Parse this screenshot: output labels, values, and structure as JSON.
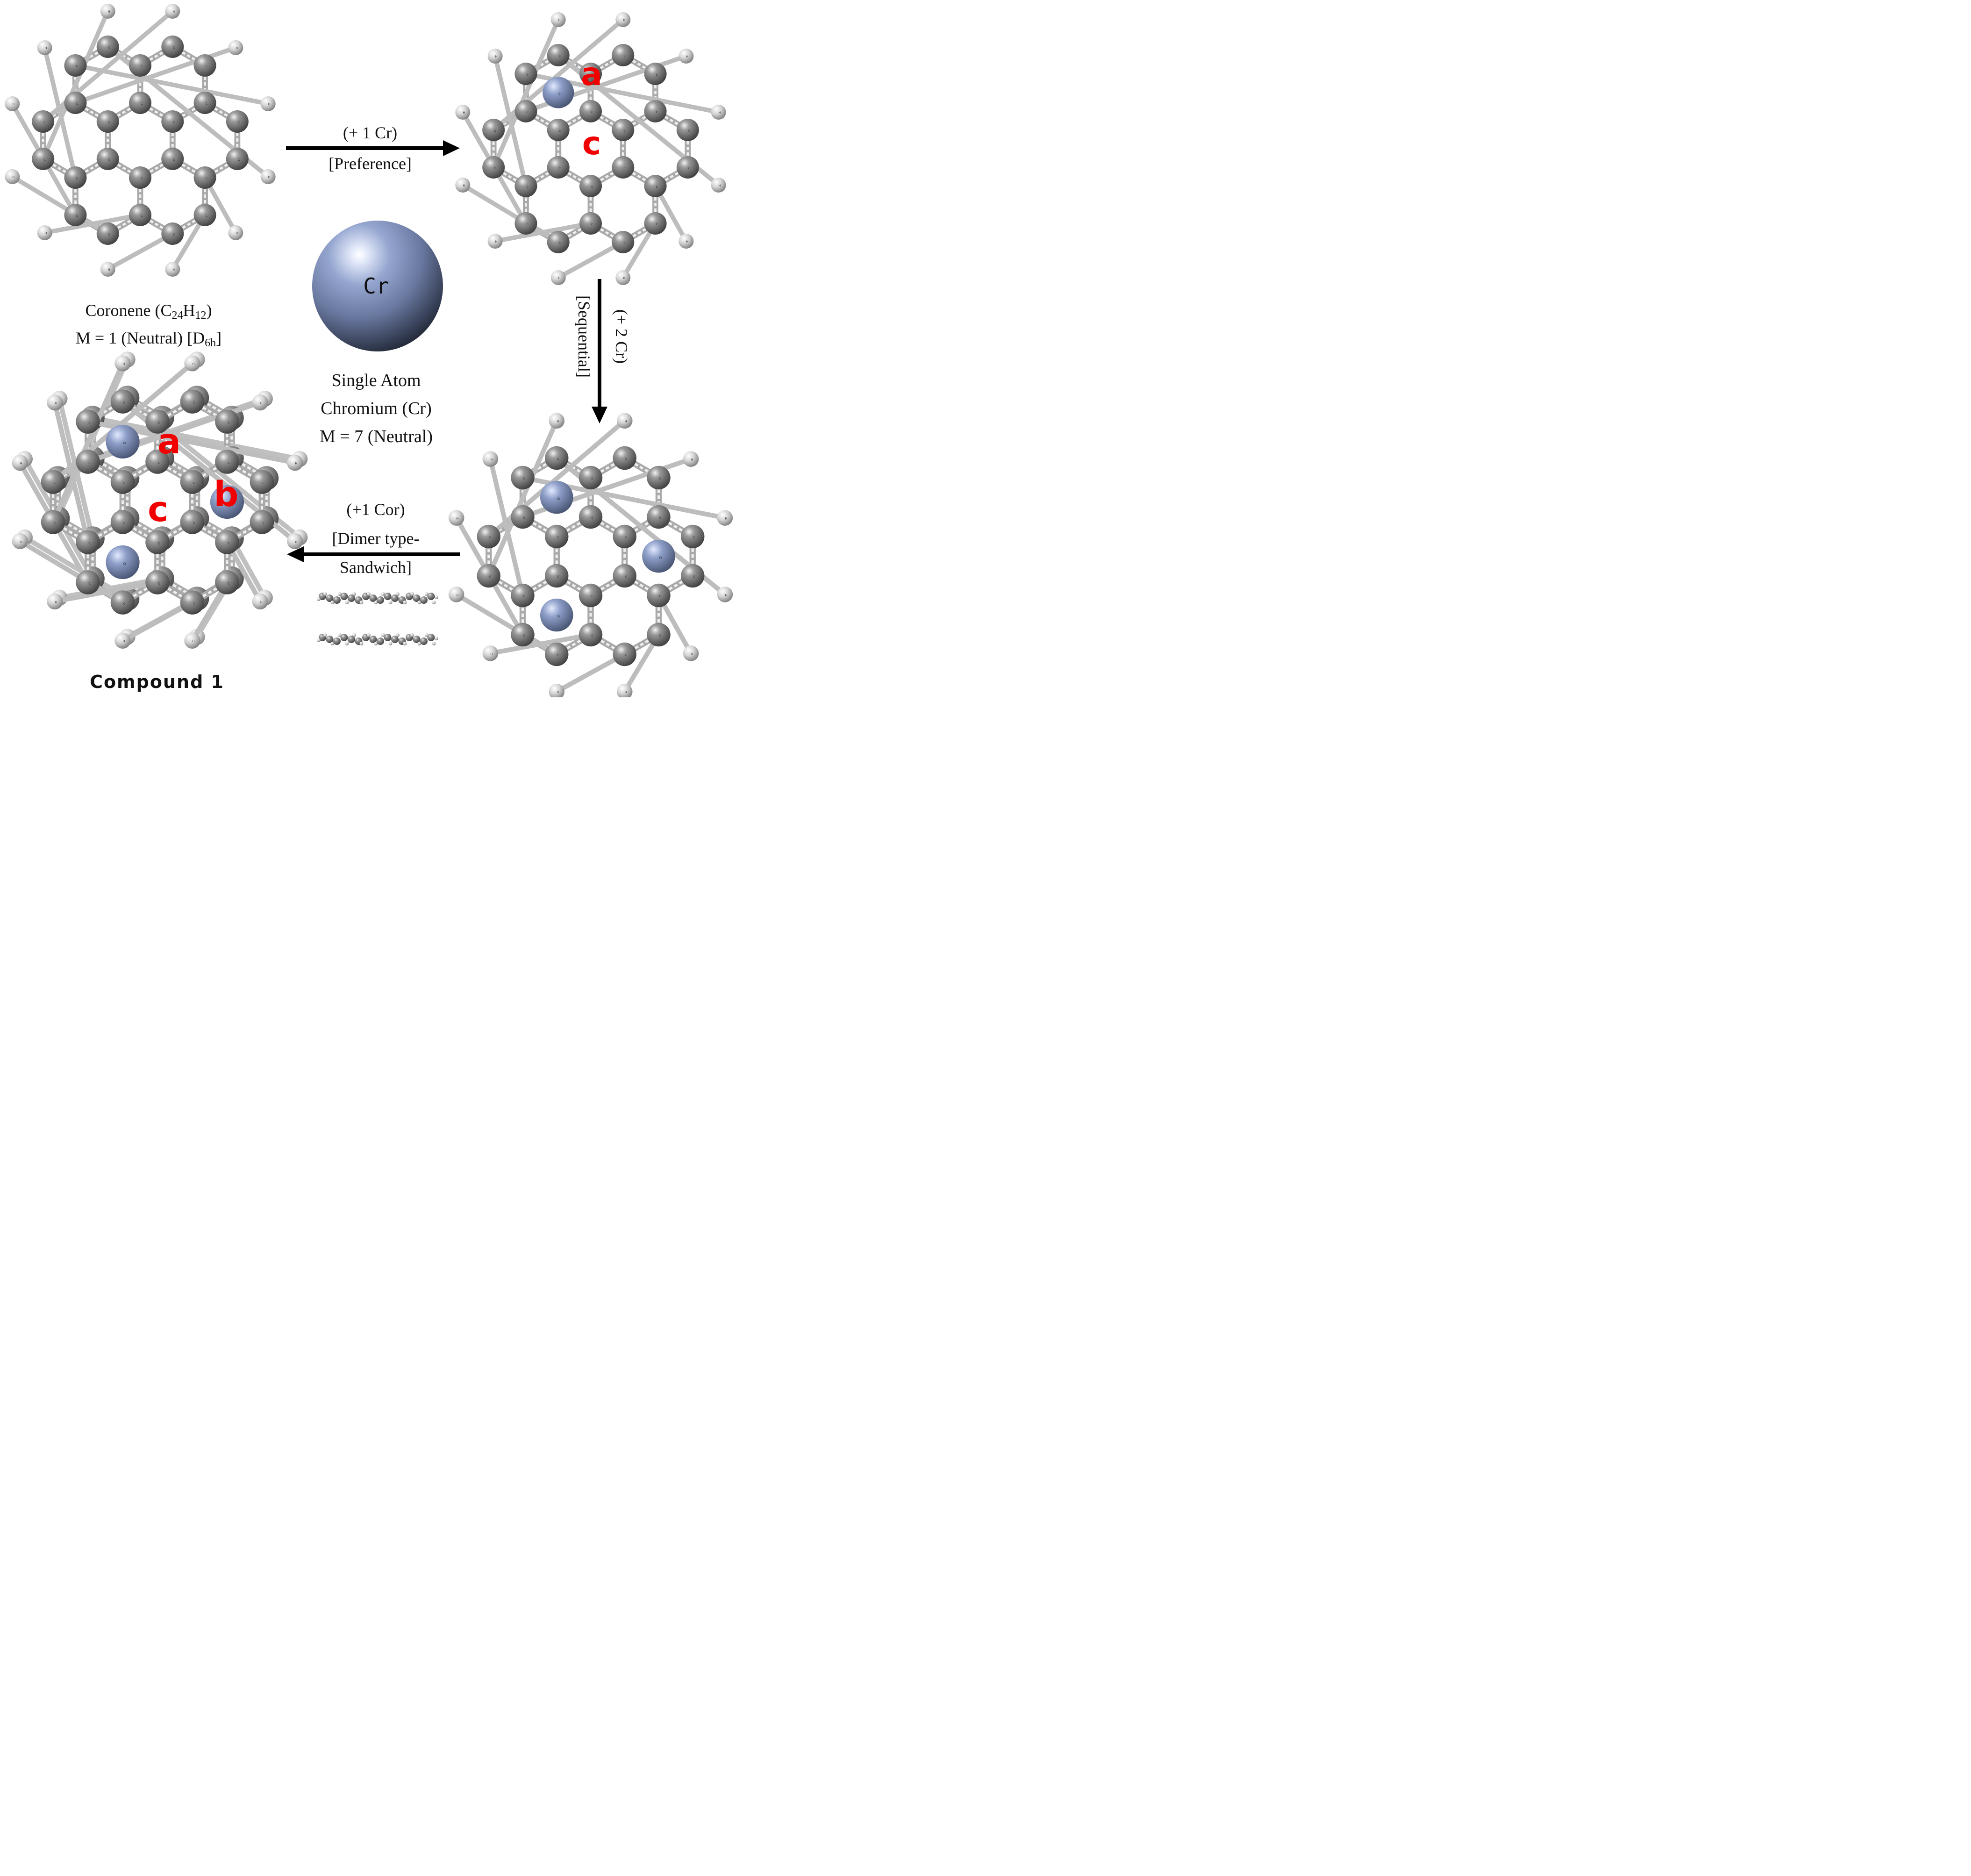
{
  "colors": {
    "carbon": "#6e6e6e",
    "hydrogen": "#cfcfcf",
    "chromium": "#8b9cc6",
    "site_label": "#f20000",
    "arrow": "#000000"
  },
  "atoms": {
    "carbon": "C",
    "hydrogen": "H",
    "chromium": "Cr"
  },
  "coronene_caption": {
    "line1_prefix": "Coronene (C",
    "line1_sub1": "24",
    "line1_mid": "H",
    "line1_sub2": "12",
    "line1_suffix": ")",
    "line2_prefix": "M = 1 (Neutral) [D",
    "line2_sub": "6h",
    "line2_suffix": "]"
  },
  "cr_sphere_label": "Cr",
  "cr_caption": [
    "Single Atom",
    "Chromium (Cr)",
    "M = 7 (Neutral)"
  ],
  "arrow_top": [
    "(+ 1 Cr)",
    "[Preference]"
  ],
  "arrow_right": [
    "(+ 2 Cr)",
    "[Sequential]"
  ],
  "arrow_bottom": [
    "(+1 Cor)",
    "[Dimer type-",
    "Sandwich]"
  ],
  "sites_top_right": [
    "a",
    "c"
  ],
  "sites_compound": [
    "a",
    "b",
    "c"
  ],
  "compound_label": "Compound 1"
}
